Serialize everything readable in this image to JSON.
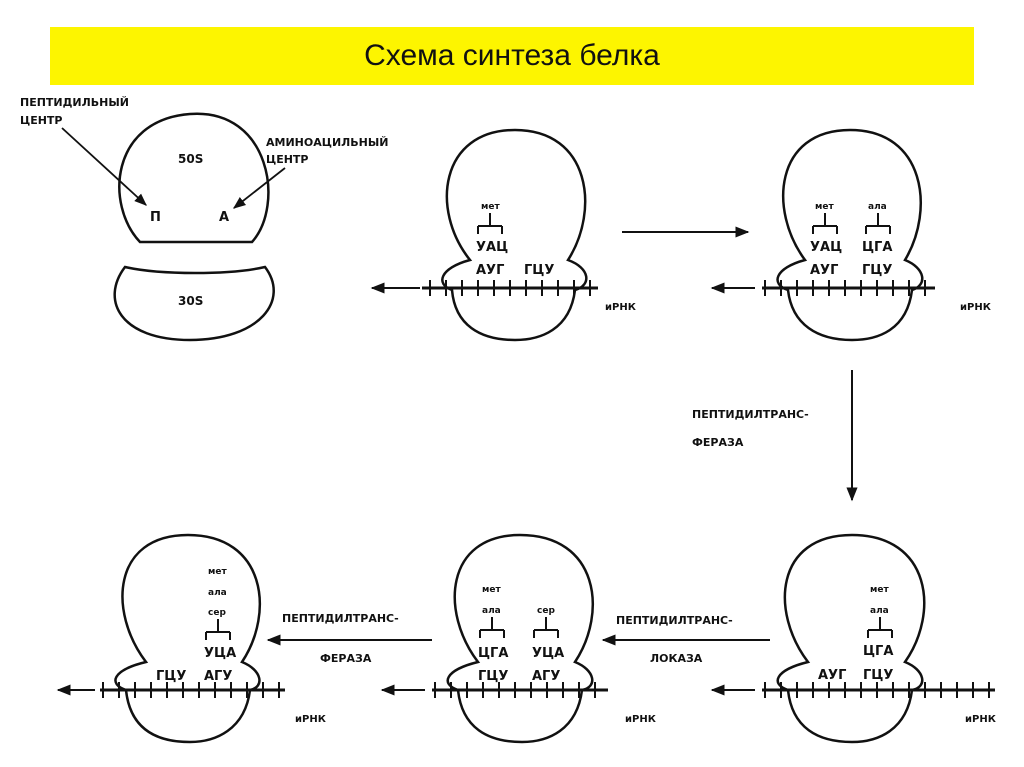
{
  "title": "Схема синтеза белка",
  "legend": {
    "peptidyl_center_line1": "ПЕПТИДИЛЬНЫЙ",
    "peptidyl_center_line2": "ЦЕНТР",
    "aminoacyl_center_line1": "АМИНОАЦИЛЬНЫЙ",
    "aminoacyl_center_line2": "ЦЕНТР",
    "large_subunit": "50S",
    "small_subunit": "30S",
    "site_p": "П",
    "site_a": "А"
  },
  "mrna_label": "иРНК",
  "stage1": {
    "aa": "мет",
    "anticodon": "УАЦ",
    "codon1": "АУГ",
    "codon2": "ГЦУ"
  },
  "stage2": {
    "aa1": "мет",
    "aa2": "ала",
    "anticodon1": "УАЦ",
    "anticodon2": "ЦГА",
    "codon1": "АУГ",
    "codon2": "ГЦУ"
  },
  "stage3": {
    "aa1": "мет",
    "aa2": "ала",
    "anticodon": "ЦГА",
    "codon_free": "АУГ",
    "codon": "ГЦУ"
  },
  "stage4": {
    "aa1": "мет",
    "aa2": "ала",
    "aa3": "сер",
    "anticodon1": "ЦГА",
    "anticodon2": "УЦА",
    "codon1": "ГЦУ",
    "codon2": "АГУ"
  },
  "stage5": {
    "aa1": "мет",
    "aa2": "ала",
    "aa3": "сер",
    "codon_free": "ГЦУ",
    "anticodon": "УЦА",
    "codon": "АГУ"
  },
  "enzyme_vertical_line1": "ПЕПТИДИЛТРАНС-",
  "enzyme_vertical_line2": "ФЕРАЗА",
  "enzyme_mid_line1": "ПЕПТИДИЛТРАНС-",
  "enzyme_mid_line2": "ЛОКАЗА",
  "enzyme_left_line1": "ПЕПТИДИЛТРАНС-",
  "enzyme_left_line2": "ФЕРАЗА",
  "colors": {
    "title_bg": "#fdf500",
    "ink": "#111111"
  }
}
